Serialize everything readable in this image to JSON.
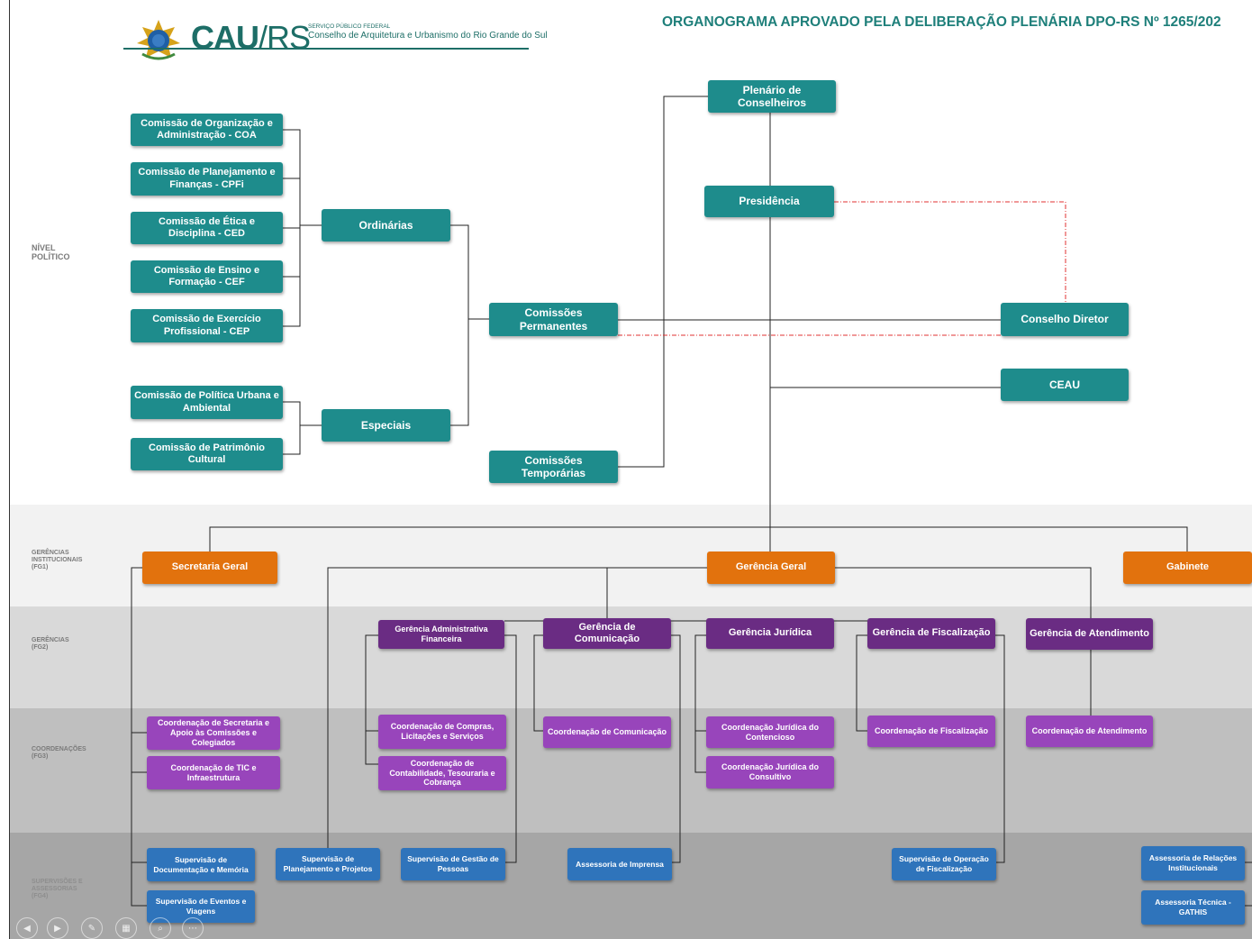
{
  "header": {
    "logo_main": "CAU",
    "logo_rs": "/RS",
    "logo_sub1": "SERVIÇO PÚBLICO FEDERAL",
    "logo_sub2": "Conselho de Arquitetura e Urbanismo do Rio Grande do Sul",
    "title": "ORGANOGRAMA APROVADO PELA DELIBERAÇÃO PLENÁRIA DPO-RS Nº 1265/202"
  },
  "levels": {
    "politico": "NÍVEL\nPOLÍTICO",
    "fg1": "GERÊNCIAS\nINSTITUCIONAIS\n(FG1)",
    "fg2": "GERÊNCIAS\n(FG2)",
    "fg3": "COORDENAÇÕES\n(FG3)",
    "fg4": "SUPERVISÕES E\nASSESSORIAS\n(FG4)"
  },
  "colors": {
    "teal": "#1e8c8c",
    "orange": "#e2720d",
    "purple_dark": "#6a2c83",
    "purple_mid": "#9845bb",
    "blue": "#2f74bb",
    "red_dash": "#e03030"
  },
  "nodes": {
    "plenario": "Plenário de Conselheiros",
    "presidencia": "Presidência",
    "coa": "Comissão de Organização e Administração - COA",
    "cpfi": "Comissão de Planejamento e Finanças - CPFi",
    "ced": "Comissão de Ética e Disciplina - CED",
    "cef": "Comissão de Ensino e Formação - CEF",
    "cep": "Comissão de Exercício Profissional - CEP",
    "ordinarias": "Ordinárias",
    "cpua": "Comissão de Política Urbana e Ambiental",
    "cpc": "Comissão de Patrimônio Cultural",
    "especiais": "Especiais",
    "permanentes": "Comissões Permanentes",
    "temporarias": "Comissões Temporárias",
    "conselho_diretor": "Conselho Diretor",
    "ceau": "CEAU",
    "secretaria_geral": "Secretaria Geral",
    "gerencia_geral": "Gerência Geral",
    "gabinete": "Gabinete",
    "ger_adm": "Gerência Administrativa Financeira",
    "ger_com": "Gerência de Comunicação",
    "ger_jur": "Gerência Jurídica",
    "ger_fisc": "Gerência de Fiscalização",
    "ger_atend": "Gerência de Atendimento",
    "coord_sec": "Coordenação de Secretaria e Apoio às Comissões e Colegiados",
    "coord_tic": "Coordenação de TIC e Infraestrutura",
    "coord_compras": "Coordenação de Compras, Licitações e Serviços",
    "coord_contab": "Coordenação de Contabilidade, Tesouraria e Cobrança",
    "coord_com": "Coordenação de Comunicação",
    "coord_jur_cont": "Coordenação Jurídica do Contencioso",
    "coord_jur_cons": "Coordenação Jurídica do Consultivo",
    "coord_fisc": "Coordenação de Fiscalização",
    "coord_atend": "Coordenação de Atendimento",
    "sup_doc": "Supervisão de Documentação e Memória",
    "sup_eventos": "Supervisão de Eventos e Viagens",
    "sup_planej": "Supervisão de Planejamento e Projetos",
    "sup_pessoas": "Supervisão de Gestão de Pessoas",
    "ass_imprensa": "Assessoria de Imprensa",
    "sup_oper": "Supervisão de Operação de Fiscalização",
    "ass_rel": "Assessoria de Relações Institucionais",
    "ass_gathis": "Assessoria Técnica - GATHIS"
  },
  "controls": [
    "previous-icon",
    "next-icon",
    "pen-icon",
    "slides-icon",
    "zoom-icon",
    "more-icon"
  ]
}
